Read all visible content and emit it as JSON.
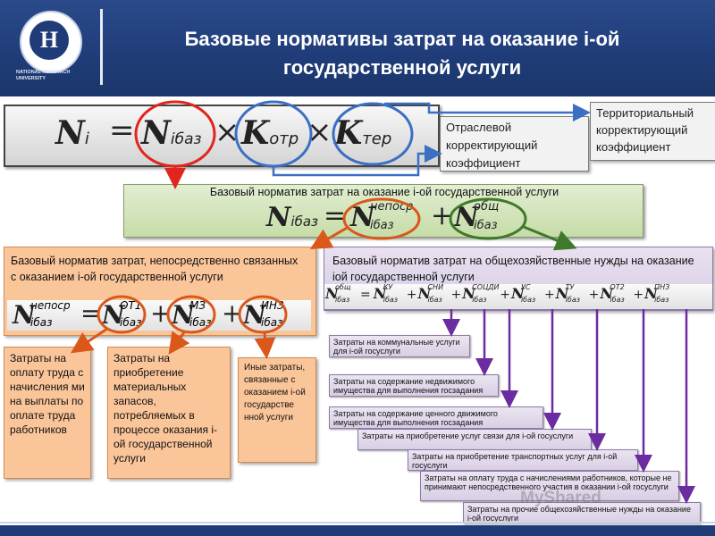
{
  "header": {
    "title": "Базовые нормативы затрат на оказание i-ой государственной услуги",
    "logo_letter": "Н",
    "logo_caption": "NATIONAL RESEARCH UNIVERSITY"
  },
  "formula_main": {
    "lhs": "N",
    "lhs_sub": "i",
    "eq": "=",
    "n_base": "N",
    "n_base_sub": "iбаз",
    "times": "×",
    "k_sector": "K",
    "k_sector_sub": "отр",
    "k_terr": "K",
    "k_terr_sub": "тер"
  },
  "sector_coefficient": "Отраслевой корректирующий коэффициент",
  "territorial_coefficient": "Территориальный корректирующий коэффициент",
  "base_norm": {
    "title": "Базовый норматив затрат на оказание i-ой государственной услуги",
    "n": "N",
    "sub": "iбаз",
    "eq": "=",
    "t1_sup": "непоср",
    "t1_sub": "iбаз",
    "plus": "+",
    "t2_sup": "общ",
    "t2_sub": "iбаз"
  },
  "direct_costs": {
    "title": "Базовый норматив затрат, непосредственно связанных с оказанием i-ой государственной услуги",
    "lhs_sup": "непоср",
    "lhs_sub": "iбаз",
    "eq": "=",
    "t1_sup": "ОТ1",
    "t2_sup": "МЗ",
    "t3_sup": "ИНЗ",
    "sub": "iбаз",
    "plus": "+"
  },
  "general_costs": {
    "title": "Базовый норматив затрат на общехозяйственные нужды на оказание iой государственной услуги",
    "lhs_sup": "общ",
    "sub": "iбаз",
    "eq": "=",
    "plus": "+",
    "terms": [
      "КУ",
      "СНИ",
      "СОЦДИ",
      "УС",
      "ТУ",
      "ОТ2",
      "ПНЗ"
    ]
  },
  "direct_items": {
    "labor": "Затраты на оплату труда с начисления ми на выплаты по оплате труда работников",
    "materials": "Затраты на приобретение материальных запасов, потребляемых в процессе оказания i-ой государственной услуги",
    "other": "Иные затраты, связанные с оказанием i-ой государстве нной услуги"
  },
  "general_items": [
    "Затраты на коммунальные услуги для i-ой госуслуги",
    "Затраты на содержание недвижимого имущества для выполнения госзадания",
    "Затраты на содержание ценного движимого имущества для выполнения госзадания",
    "Затраты на приобретение услуг связи для i-ой госуслуги",
    "Затраты на приобретение транспортных услуг для i-ой госуслуги",
    "Затраты на оплату труда с начислениями работников, которые не принимают непосредственного участия в оказании i-ой госуслуги",
    "Затраты на прочие общехозяйственные нужды на оказание i-ой госуслуги"
  ],
  "watermark": "MyShared",
  "colors": {
    "header_blue": "#1f3c78",
    "red_ring": "#e0251c",
    "blue_ring": "#3a6fc4",
    "orange_ring": "#d9581a",
    "green_ring": "#3f7a2a",
    "purple_arrow": "#6a2ca0"
  }
}
